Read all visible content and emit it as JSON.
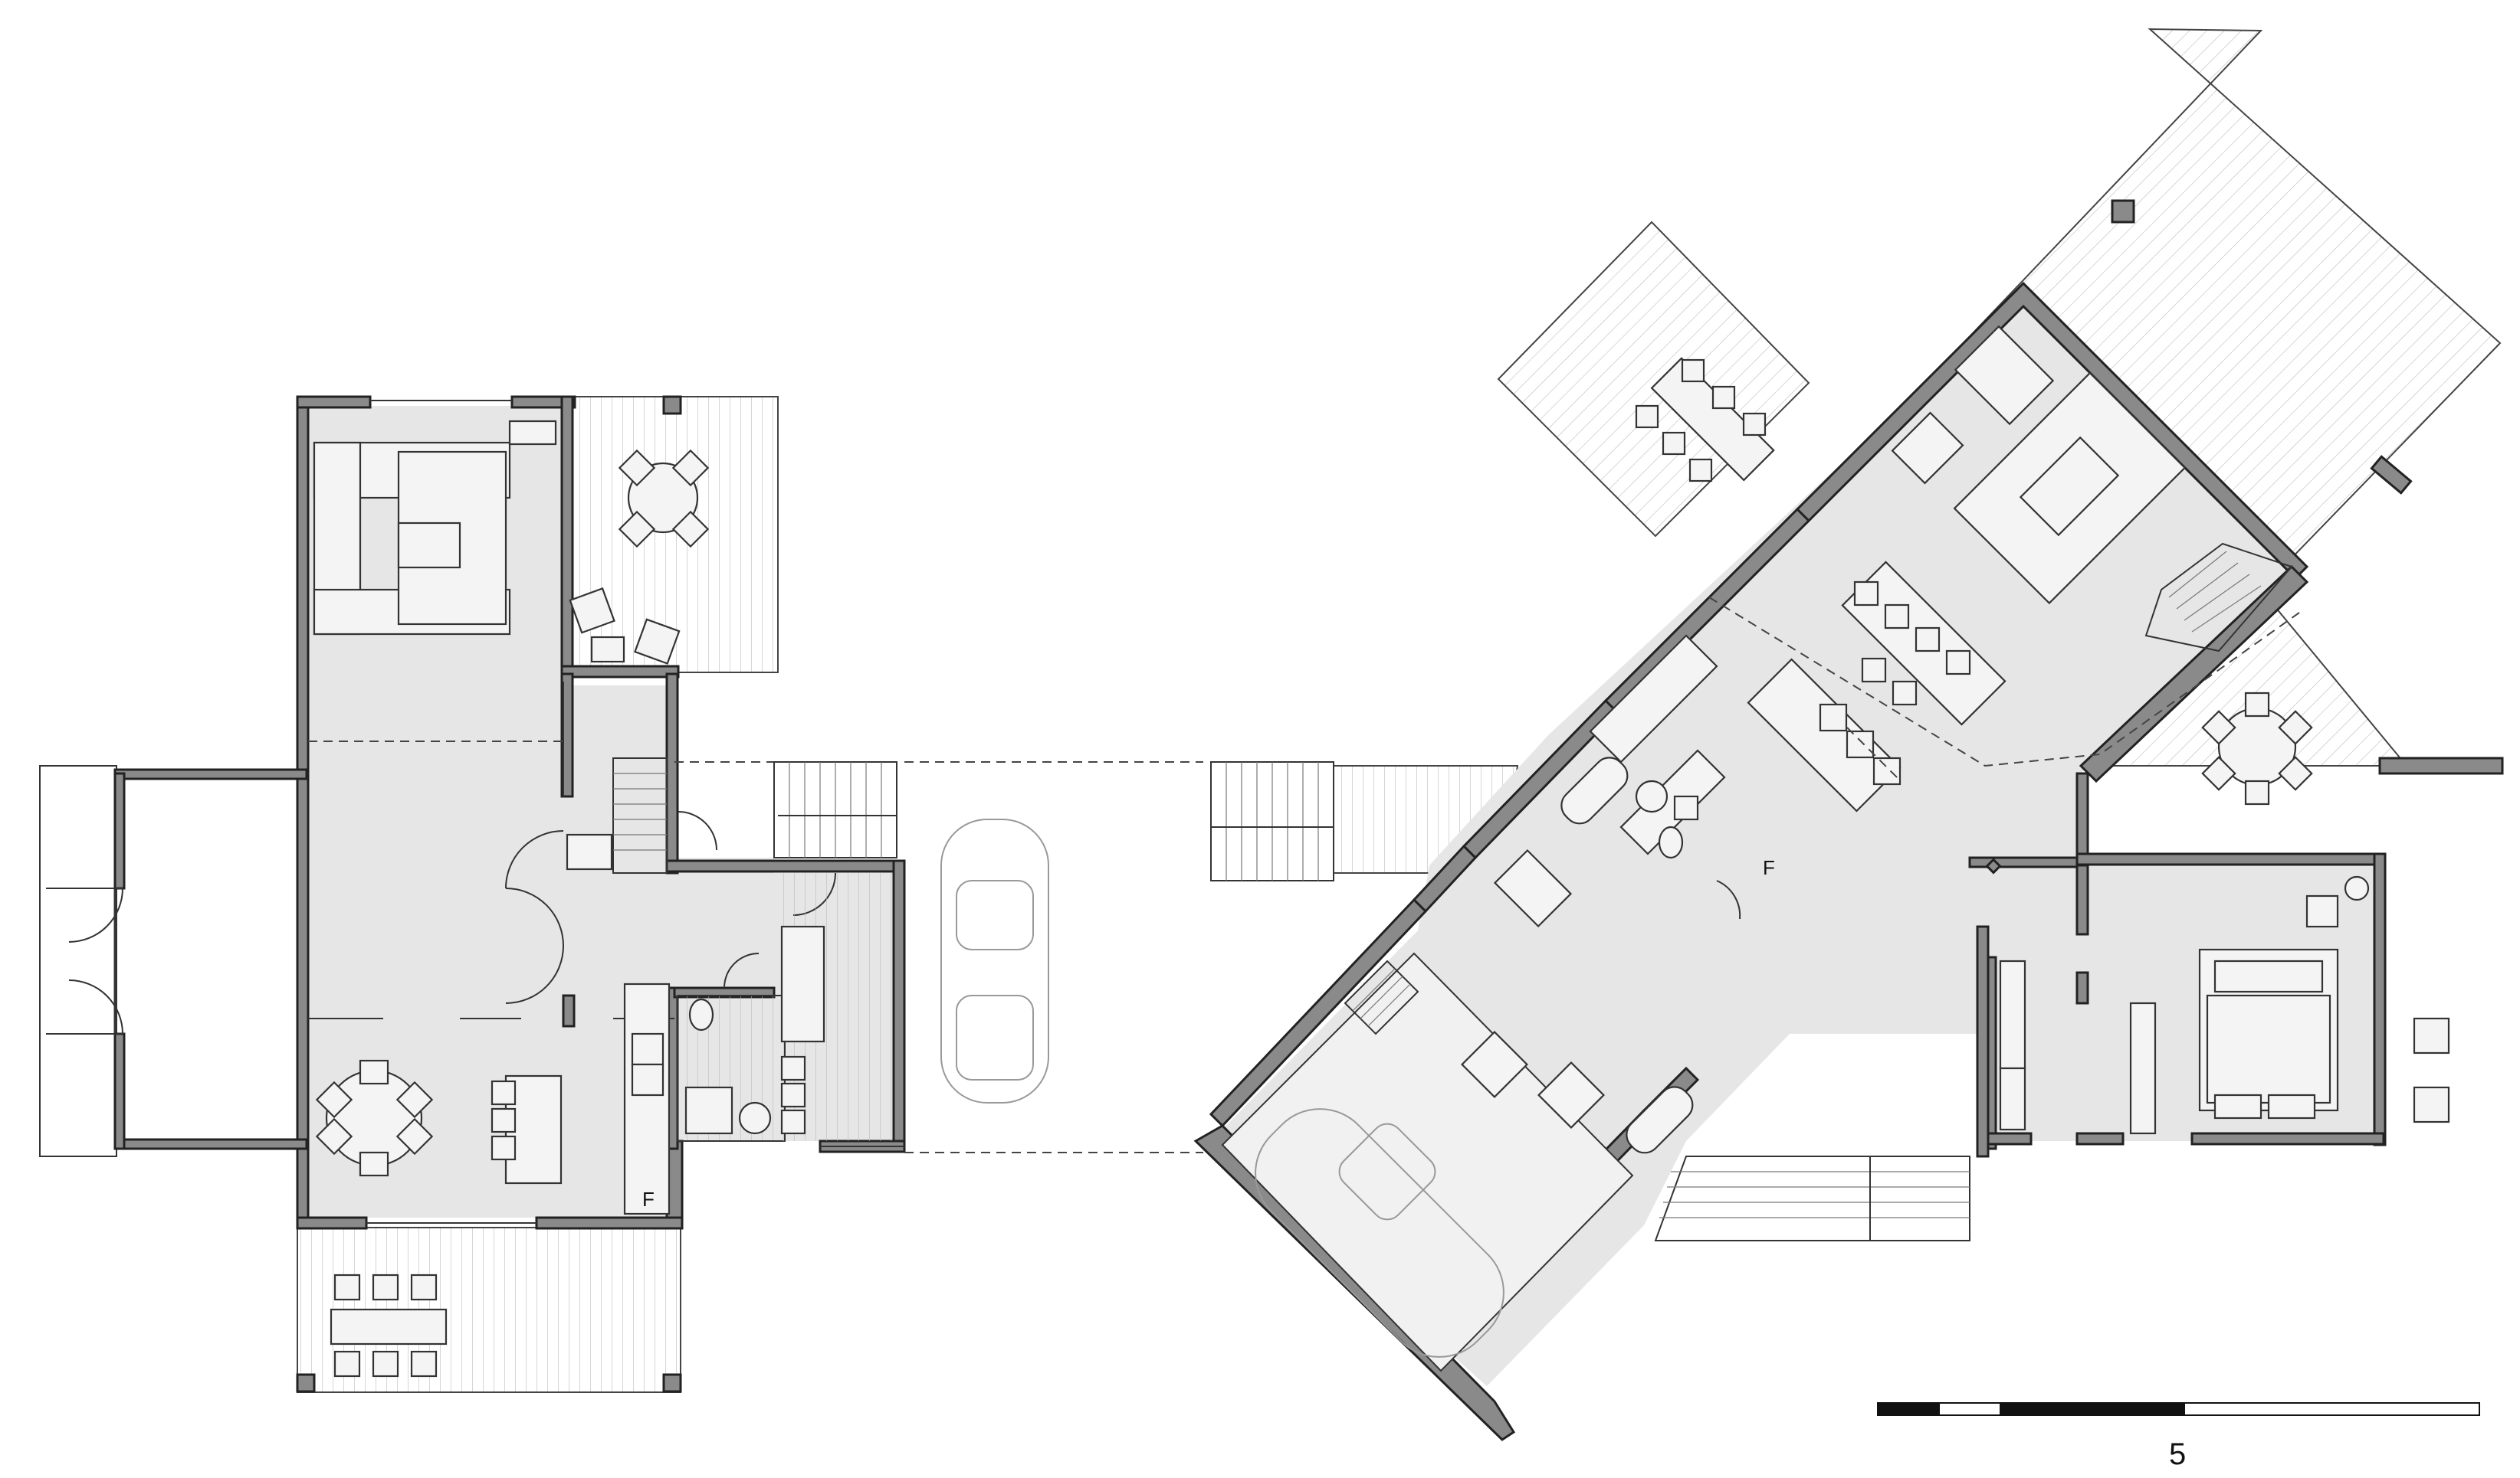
{
  "drawing": {
    "scale_bar": {
      "label": "5",
      "segments": 5,
      "fill_pattern": [
        "black",
        "white",
        "black",
        "black",
        "white"
      ]
    },
    "fridge_mark_left": "F",
    "fridge_mark_right": "F"
  },
  "colors": {
    "wall": "#8a8a8a",
    "floor": "#e6e6e6",
    "line": "#333333"
  }
}
